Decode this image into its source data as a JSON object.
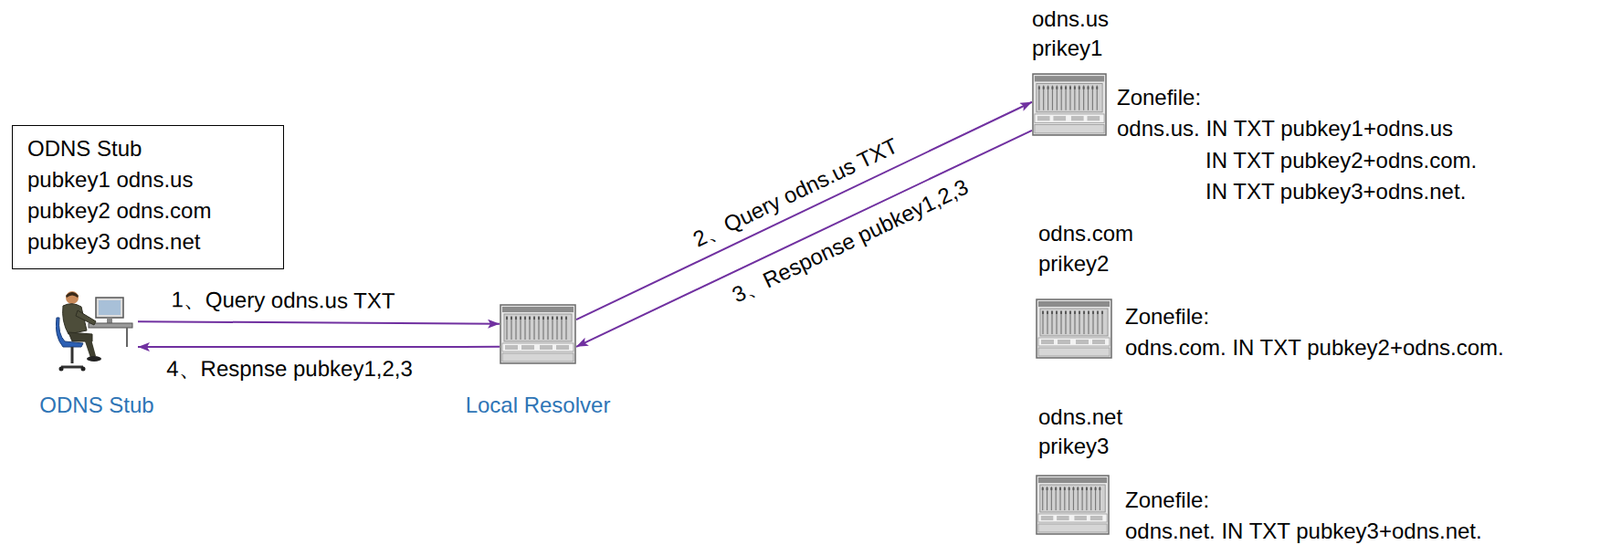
{
  "diagram": {
    "nodes": [
      {
        "text": [
          "ODNS Stub",
          "pubkey1 odns.us",
          "pubkey2 odns.com",
          "pubkey3 odns.net"
        ]
      },
      {
        "text": [
          "ODNS Stub"
        ]
      },
      {
        "text": [
          "Local Resolver"
        ]
      },
      {
        "text": [
          "odns.us",
          "prikey1",
          "Zonefile:",
          "odns.us. IN TXT pubkey1+odns.us",
          "IN TXT pubkey2+odns.com.",
          "IN TXT pubkey3+odns.net."
        ]
      },
      {
        "text": [
          "odns.com",
          "prikey2",
          "Zonefile:",
          "odns.com. IN TXT pubkey2+odns.com."
        ]
      },
      {
        "text": [
          "odns.net",
          "prikey3",
          "Zonefile:",
          "odns.net. IN TXT pubkey3+odns.net."
        ]
      }
    ],
    "edges": [
      {
        "from": 1,
        "to": 2,
        "arrow": "to",
        "label": "1、Query odns.us TXT"
      },
      {
        "from": 2,
        "to": 3,
        "arrow": "to",
        "label": "2、Query odns.us TXT"
      },
      {
        "from": 3,
        "to": 2,
        "arrow": "to",
        "label": "3、Response pubkey1,2,3"
      },
      {
        "from": 2,
        "to": 1,
        "arrow": "to",
        "label": "4、Respnse pubkey1,2,3"
      }
    ]
  }
}
